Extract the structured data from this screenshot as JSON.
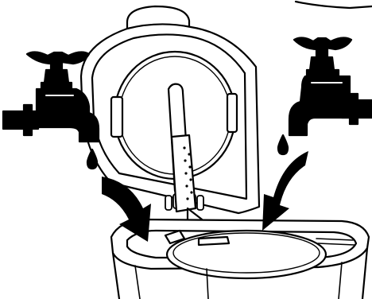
{
  "illustration": {
    "subject": "deep-fryer-water-filling-diagram",
    "ink_color": "#000000",
    "fill_color": "#ffffff",
    "faucets": [
      {
        "name": "left-faucet",
        "icon": "faucet-icon",
        "drop": "water-drop-icon",
        "arrow": "curved-arrow-icon"
      },
      {
        "name": "right-faucet",
        "icon": "faucet-icon",
        "drop": "water-drop-icon",
        "arrow": "curved-arrow-icon"
      }
    ]
  }
}
